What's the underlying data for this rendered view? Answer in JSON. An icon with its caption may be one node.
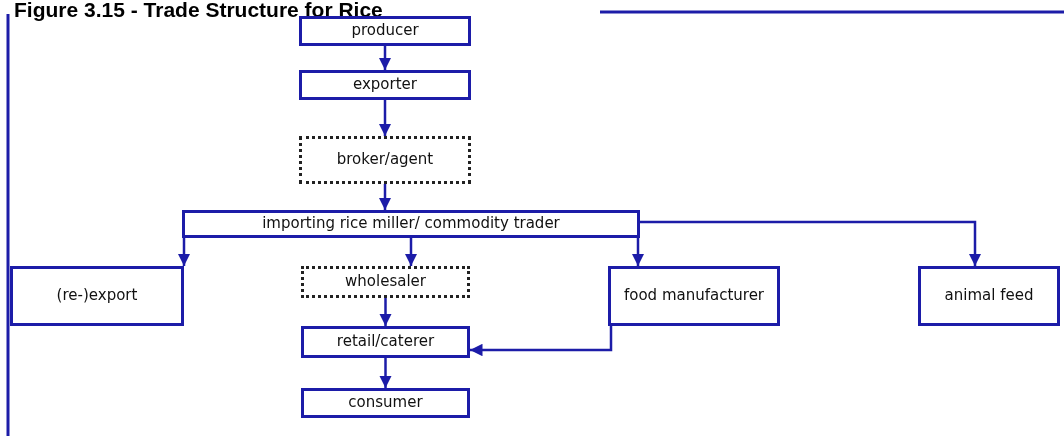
{
  "diagram": {
    "title": "Figure 3.15 - Trade Structure for Rice",
    "nodes": [
      {
        "text": [
          "producer"
        ]
      },
      {
        "text": [
          "exporter"
        ]
      },
      {
        "text": [
          "broker/agent"
        ]
      },
      {
        "text": [
          "importing rice miller/ commodity trader"
        ]
      },
      {
        "text": [
          "(re-)export"
        ]
      },
      {
        "text": [
          "wholesaler"
        ]
      },
      {
        "text": [
          "food manufacturer"
        ]
      },
      {
        "text": [
          "animal feed"
        ]
      },
      {
        "text": [
          "retail/caterer"
        ]
      },
      {
        "text": [
          "consumer"
        ]
      }
    ],
    "edges": [
      {
        "from": 0,
        "to": 1,
        "arrow": "to"
      },
      {
        "from": 1,
        "to": 2,
        "arrow": "to"
      },
      {
        "from": 2,
        "to": 3,
        "arrow": "to"
      },
      {
        "from": 3,
        "to": 4,
        "arrow": "to"
      },
      {
        "from": 3,
        "to": 5,
        "arrow": "to"
      },
      {
        "from": 3,
        "to": 6,
        "arrow": "to"
      },
      {
        "from": 3,
        "to": 7,
        "arrow": "to"
      },
      {
        "from": 5,
        "to": 8,
        "arrow": "to"
      },
      {
        "from": 6,
        "to": 8,
        "arrow": "to"
      },
      {
        "from": 8,
        "to": 9,
        "arrow": "to"
      }
    ]
  }
}
